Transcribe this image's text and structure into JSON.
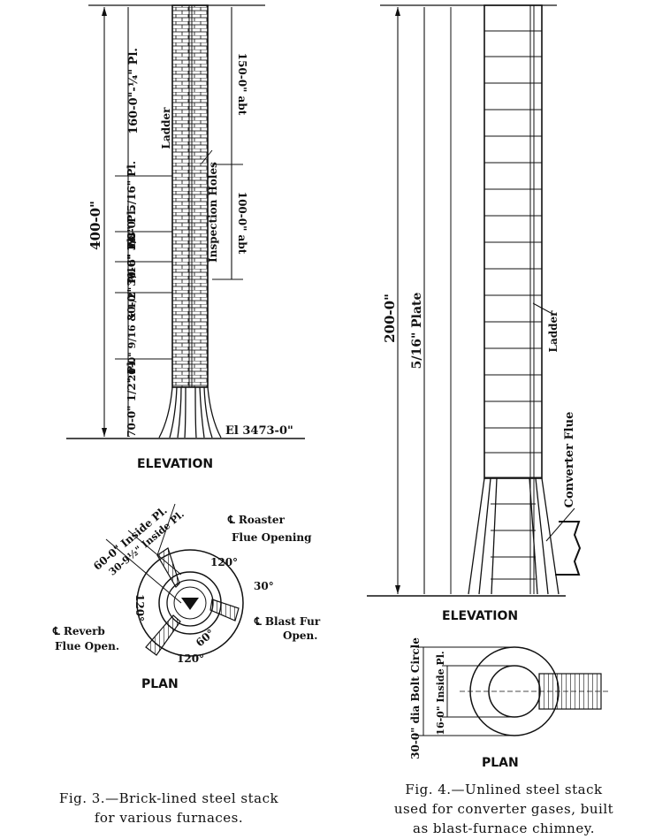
{
  "fig3": {
    "total_height": "400-0\"",
    "sections": [
      "160-0\"-¼\" Pl.",
      "60-0\" 5/16\" Pl.",
      "30-0\" 3/8\" Pl.",
      "30-0\" 7/16\" Pl.",
      "20-0\" 9/16 & 1/2\" Pl.",
      "70-0\" 1/2\" Pl."
    ],
    "ladder": "Ladder",
    "inspection_holes": "Inspection Holes",
    "upper_height": "150-0\" abt",
    "lower_height": "100-0\" abt",
    "elevation_level": "El 3473-0\"",
    "elevation_title": "ELEVATION",
    "plan": {
      "inside_60": "60-0\" Inside Pl.",
      "inside_30": "30-9½\" Inside Pl.",
      "roaster": "℄ Roaster",
      "roaster_2": "Flue Opening",
      "blast": "℄ Blast Fur",
      "blast_2": "Open.",
      "reverb": "℄ Reverb",
      "reverb_2": "Flue Open.",
      "angle_120a": "120°",
      "angle_120b": "120°",
      "angle_120c": "120°",
      "angle_30": "30°",
      "angle_60": "60°",
      "title": "PLAN"
    },
    "caption_line1": "Fig. 3.—Brick-lined steel stack",
    "caption_line2": "for various furnaces."
  },
  "fig4": {
    "total_height": "200-0\"",
    "plate": "5/16\" Plate",
    "ladder": "Ladder",
    "converter_flue": "Converter Flue",
    "elevation_title": "ELEVATION",
    "plan": {
      "bolt_circle": "30-0\" dia Bolt Circle",
      "inside": "16-0\" Inside Pl.",
      "title": "PLAN"
    },
    "caption_line1": "Fig. 4.—Unlined steel stack",
    "caption_line2": "used for converter gases, built",
    "caption_line3": "as blast-furnace chimney."
  }
}
